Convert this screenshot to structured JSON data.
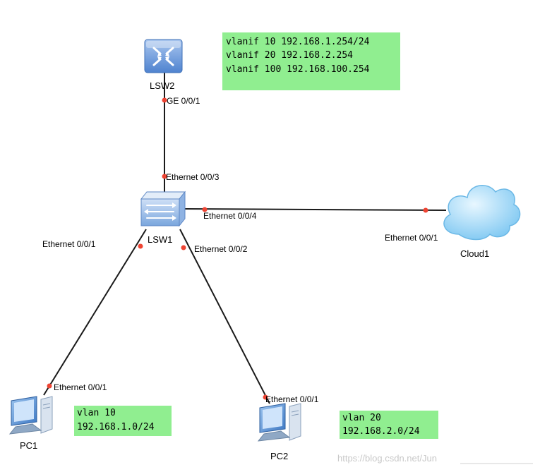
{
  "devices": {
    "lsw2": "LSW2",
    "lsw1": "LSW1",
    "cloud1": "Cloud1",
    "pc1": "PC1",
    "pc2": "PC2"
  },
  "ports": {
    "lsw2_ge": "GE 0/0/1",
    "lsw1_e3": "Ethernet 0/0/3",
    "lsw1_e4": "Ethernet 0/0/4",
    "lsw1_e1": "Ethernet 0/0/1",
    "lsw1_e2": "Ethernet 0/0/2",
    "cloud_e1": "Ethernet 0/0/1",
    "pc1_e1": "Ethernet 0/0/1",
    "pc2_e1": "Ethernet 0/0/1"
  },
  "notes": {
    "lsw2": [
      "vlanif 10 192.168.1.254/24",
      "vlanif 20 192.168.2.254",
      "vlanif 100 192.168.100.254"
    ],
    "pc1": [
      "vlan 10",
      "192.168.1.0/24"
    ],
    "pc2": [
      "vlan 20",
      "192.168.2.0/24"
    ]
  },
  "watermark": "https://blog.csdn.net/Jun",
  "colors": {
    "note_bg": "#90ee90",
    "link": "#1a1a1a",
    "port_dot": "#ee4433",
    "switch_blue": "#5b8fd6",
    "cloud_blue": "#8fd0f5"
  }
}
